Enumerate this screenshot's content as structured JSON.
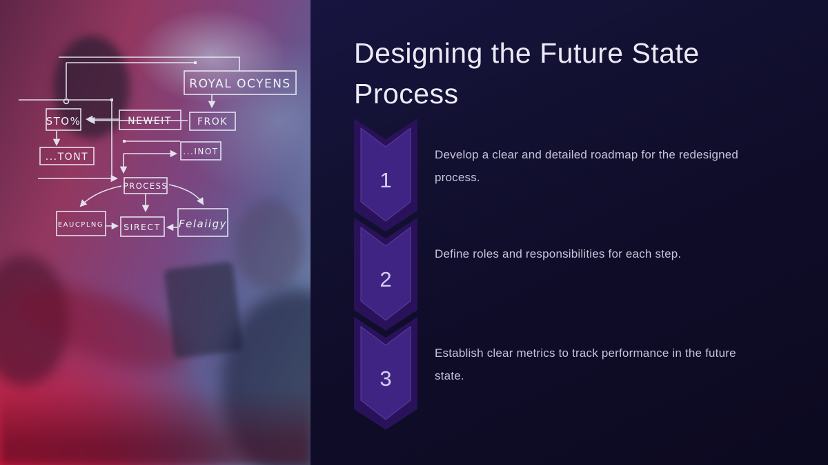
{
  "slide": {
    "title": "Designing the Future State Process",
    "title_lines": {
      "line1": "Designing the Future State",
      "line2": "Process"
    },
    "steps": [
      {
        "number": "1",
        "text": "Develop a clear and detailed roadmap for the redesigned process."
      },
      {
        "number": "2",
        "text": "Define roles and responsibilities for each step."
      },
      {
        "number": "3",
        "text": "Establish clear metrics to track performance in the future state."
      }
    ]
  },
  "photo_overlay": {
    "description": "duotone photo of team working at computers with hand-drawn flowchart overlay",
    "flowchart_boxes": [
      {
        "id": "royal-ocyens",
        "label": "ROYAL OCYENS"
      },
      {
        "id": "sto",
        "label": "STO%"
      },
      {
        "id": "neweit",
        "label": "NEWEIT"
      },
      {
        "id": "frok",
        "label": "FROK"
      },
      {
        "id": "tont",
        "label": "...TONT"
      },
      {
        "id": "inot",
        "label": "...INOT"
      },
      {
        "id": "process",
        "label": "PROCESS"
      },
      {
        "id": "eaucplng",
        "label": "EAUCPLNG"
      },
      {
        "id": "sirect",
        "label": "SIRECT"
      },
      {
        "id": "felaiigy",
        "label": "Felaiigy"
      }
    ]
  },
  "colors": {
    "background": "#0e0b26",
    "panel_gradient_top": "#171440",
    "panel_gradient_bottom": "#0c0a20",
    "chevron_outer": "#29125a",
    "chevron_inner": "#3f2484",
    "chevron_edge": "#5d3fa0",
    "title_text": "#eceaf6",
    "body_text": "#c7c3da",
    "step_number": "#d6d0ee",
    "flowchart_stroke": "#eef3fa",
    "photo_red": "#d81838",
    "photo_blue": "#8496b2"
  }
}
